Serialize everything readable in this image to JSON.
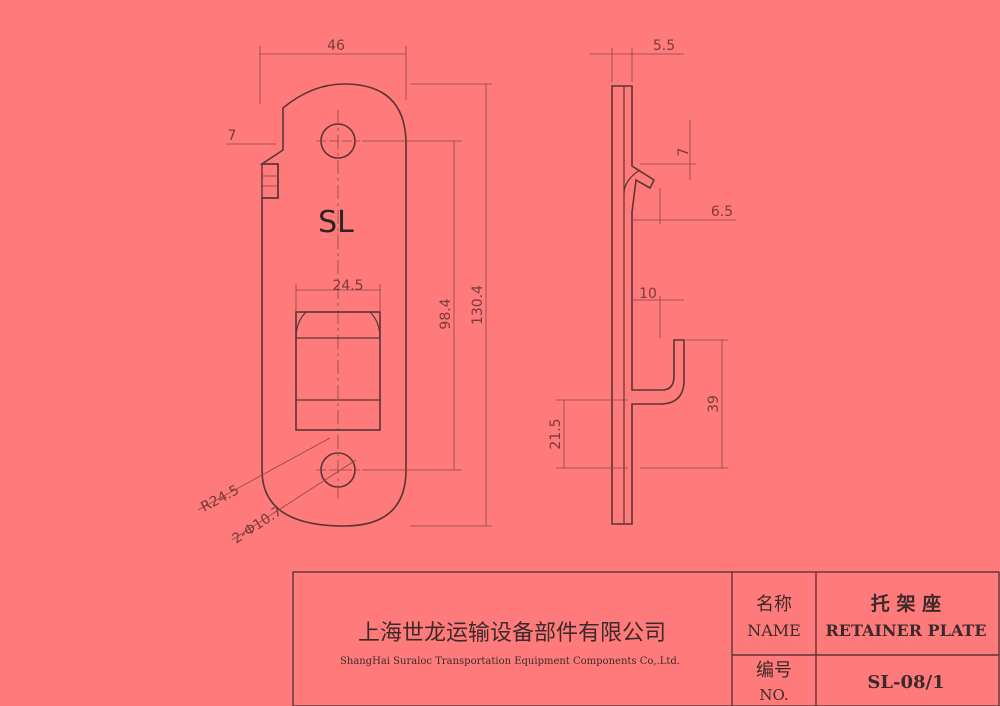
{
  "colors": {
    "background": "#FF7B7B",
    "line": "#5A3535",
    "dimension": "#7A3A3A",
    "text": "#3C2A2A"
  },
  "front_view": {
    "marking": "SL",
    "dims": {
      "width": "46",
      "offset": "7",
      "slot_width": "24.5",
      "hole_span": "98.4",
      "length": "130.4",
      "radius": "R24.5",
      "hole": "2-Φ10.7"
    }
  },
  "side_view": {
    "dims": {
      "thickness": "5.5",
      "tab_height": "7",
      "tab_offset": "6.5",
      "hook_width": "10",
      "hook_height": "39",
      "hook_base": "21.5"
    }
  },
  "title_block": {
    "company_cn": "上海世龙运输设备部件有限公司",
    "company_en": "ShangHai Suraloc Transportation Equipment Components Co,.Ltd.",
    "name_label_cn": "名称",
    "name_label_en": "NAME",
    "name_value_cn": "托 架 座",
    "name_value_en": "RETAINER PLATE",
    "no_label_cn": "编号",
    "no_label_en": "NO.",
    "no_value": "SL-08/1"
  }
}
